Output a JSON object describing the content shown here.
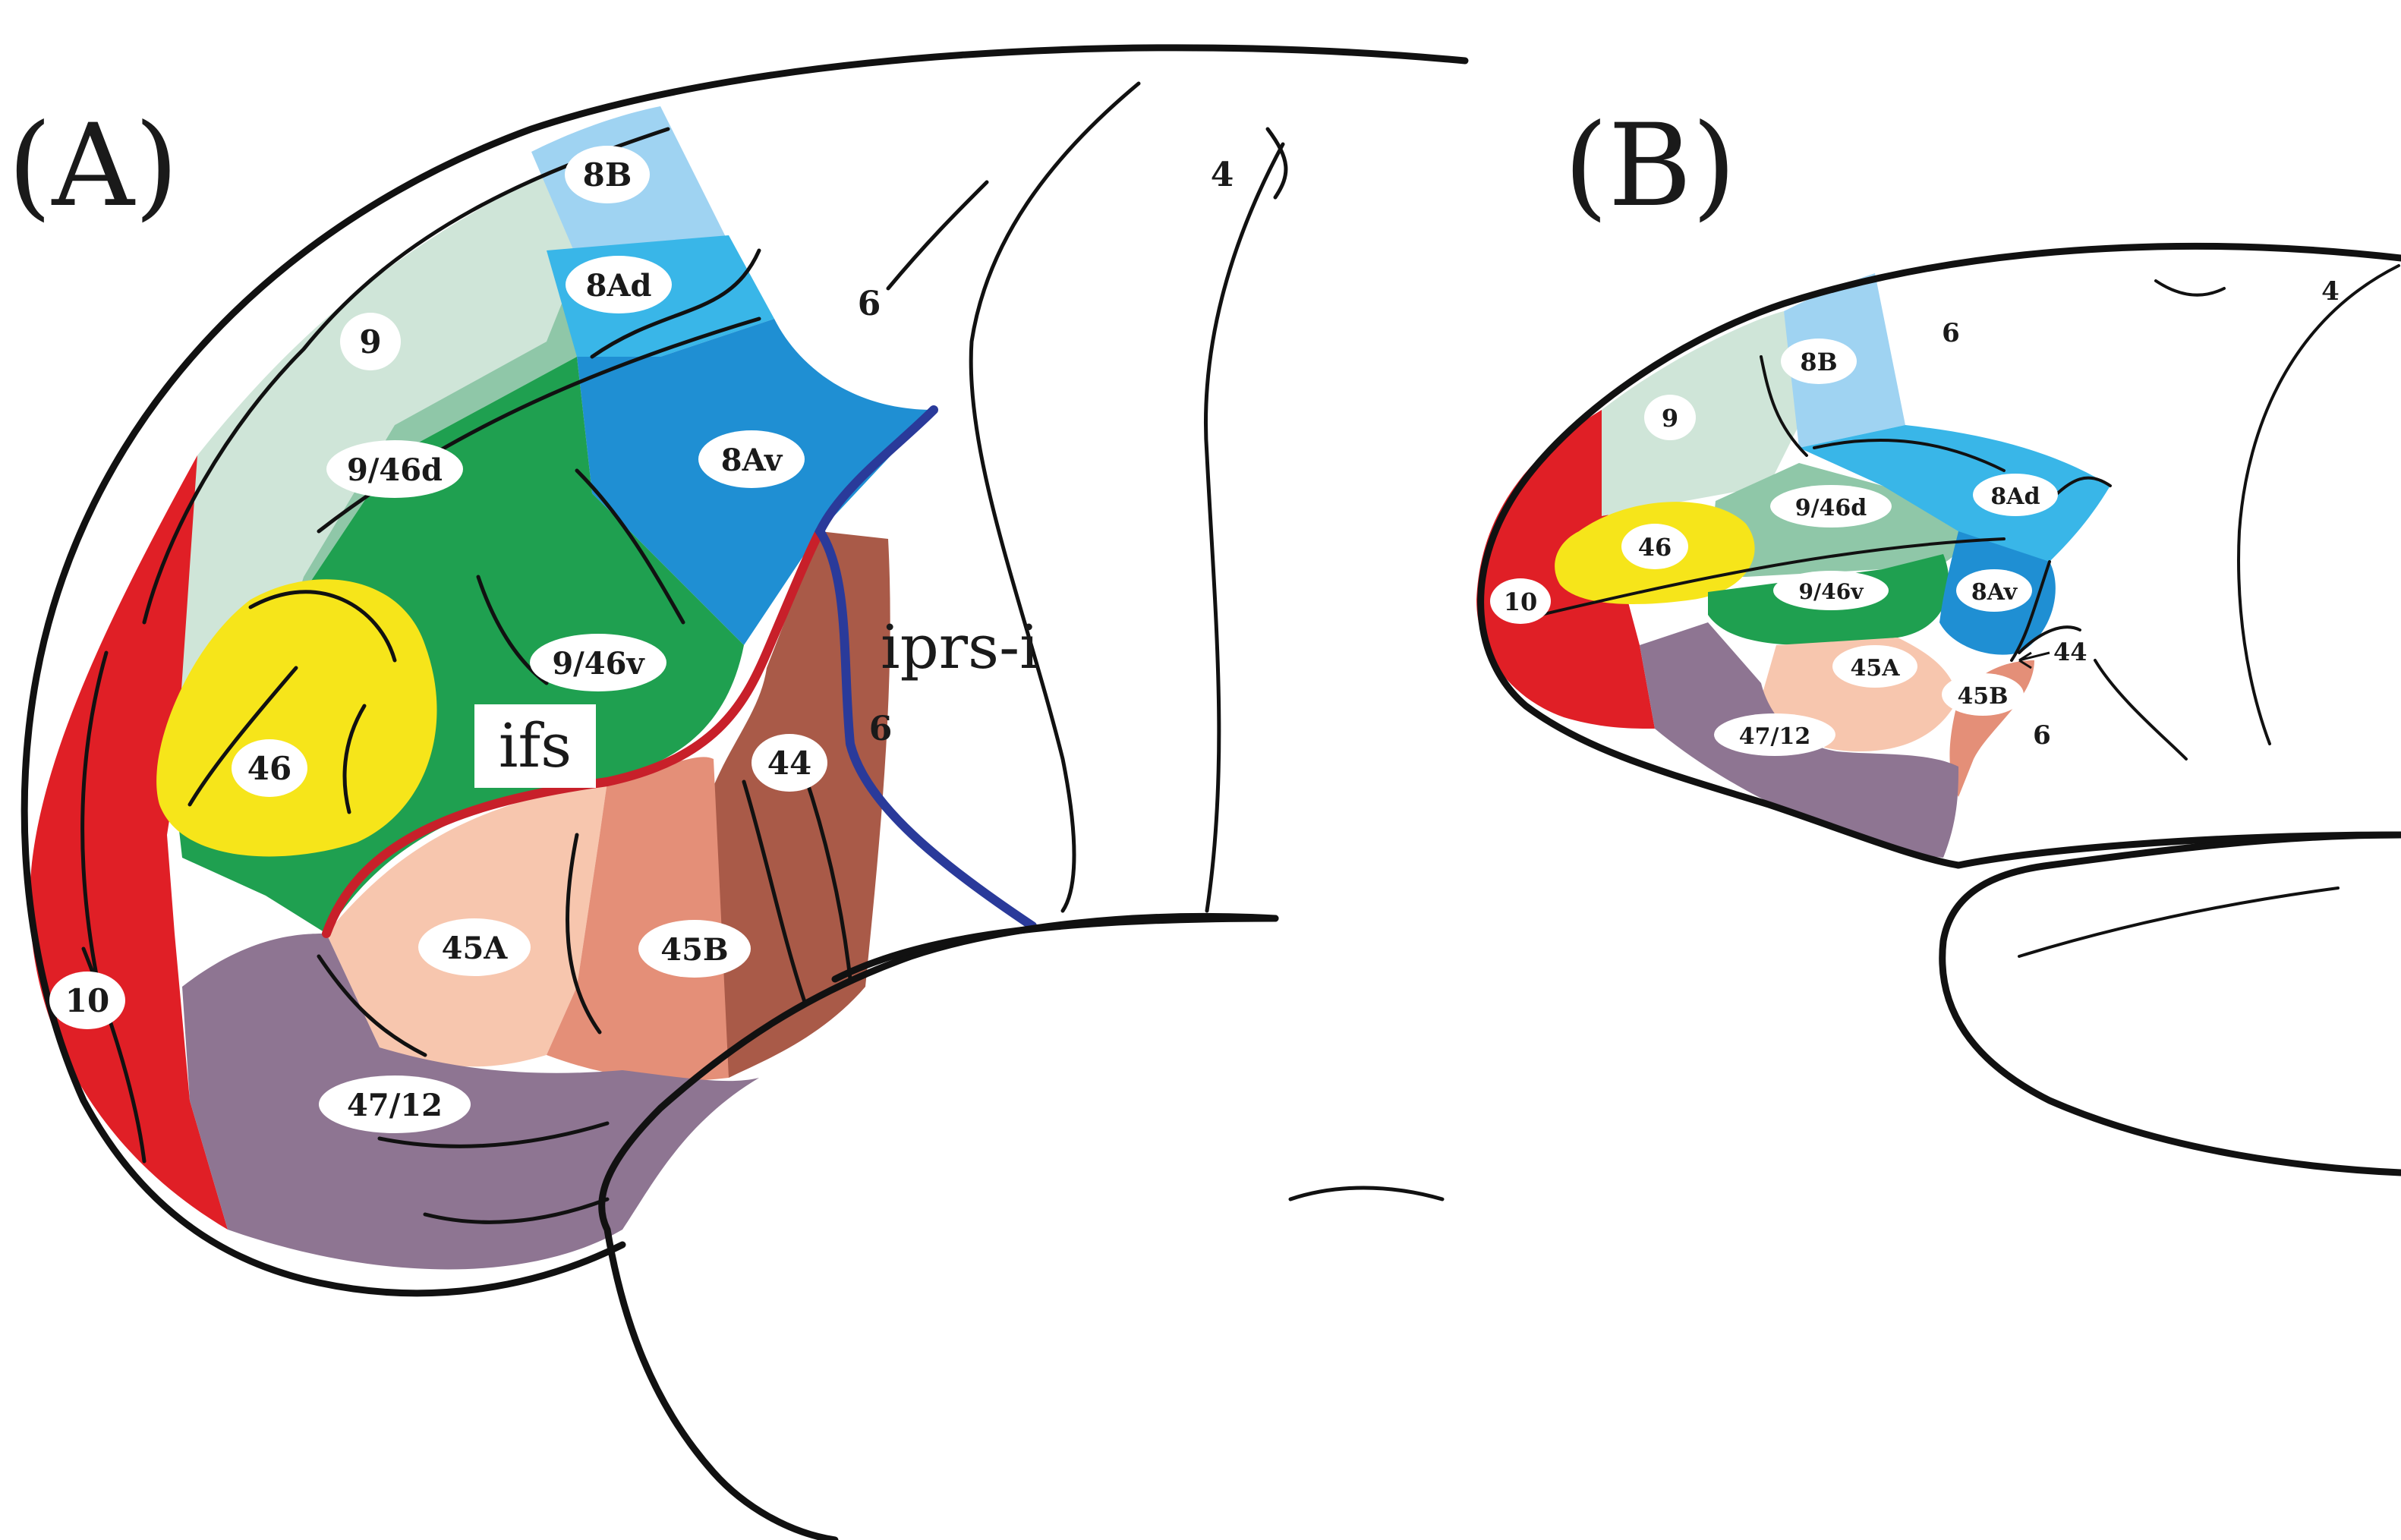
{
  "panels": {
    "a": {
      "label": "(A)"
    },
    "b": {
      "label": "(B)"
    }
  },
  "colors": {
    "area_10": "#e01f26",
    "area_9": "#cfe5d8",
    "area_9_46d": "#8fc7a8",
    "area_9_46v": "#1fa050",
    "area_46": "#f6e51a",
    "area_8B": "#9fd3f2",
    "area_8Ad": "#39b6e8",
    "area_8Av": "#1f8fd3",
    "area_44": "#a95a48",
    "area_45A": "#f7c6ae",
    "area_45B": "#e48f78",
    "area_47_12": "#8e7592",
    "ifs_sulcus": "#c8202a",
    "iprs_i_sulcus": "#2a3a9a"
  },
  "panel_a": {
    "areas": {
      "a8B": "8B",
      "a8Ad": "8Ad",
      "a9": "9",
      "a9_46d": "9/46d",
      "a8Av": "8Av",
      "a9_46v": "9/46v",
      "a46": "46",
      "a44": "44",
      "a45A": "45A",
      "a45B": "45B",
      "a10": "10",
      "a47_12": "47/12"
    },
    "premotor": "6",
    "premotor_lower": "6",
    "motor": "4",
    "ifs": "ifs",
    "iprs_i": "iprs-i"
  },
  "panel_b": {
    "areas": {
      "a8B": "8B",
      "a9": "9",
      "a9_46d": "9/46d",
      "a8Ad": "8Ad",
      "a46": "46",
      "a9_46v": "9/46v",
      "a8Av": "8Av",
      "a10": "10",
      "a45A": "45A",
      "a44": "44",
      "a45B": "45B",
      "a47_12": "47/12"
    },
    "premotor": "6",
    "premotor_lower": "6",
    "motor": "4"
  }
}
